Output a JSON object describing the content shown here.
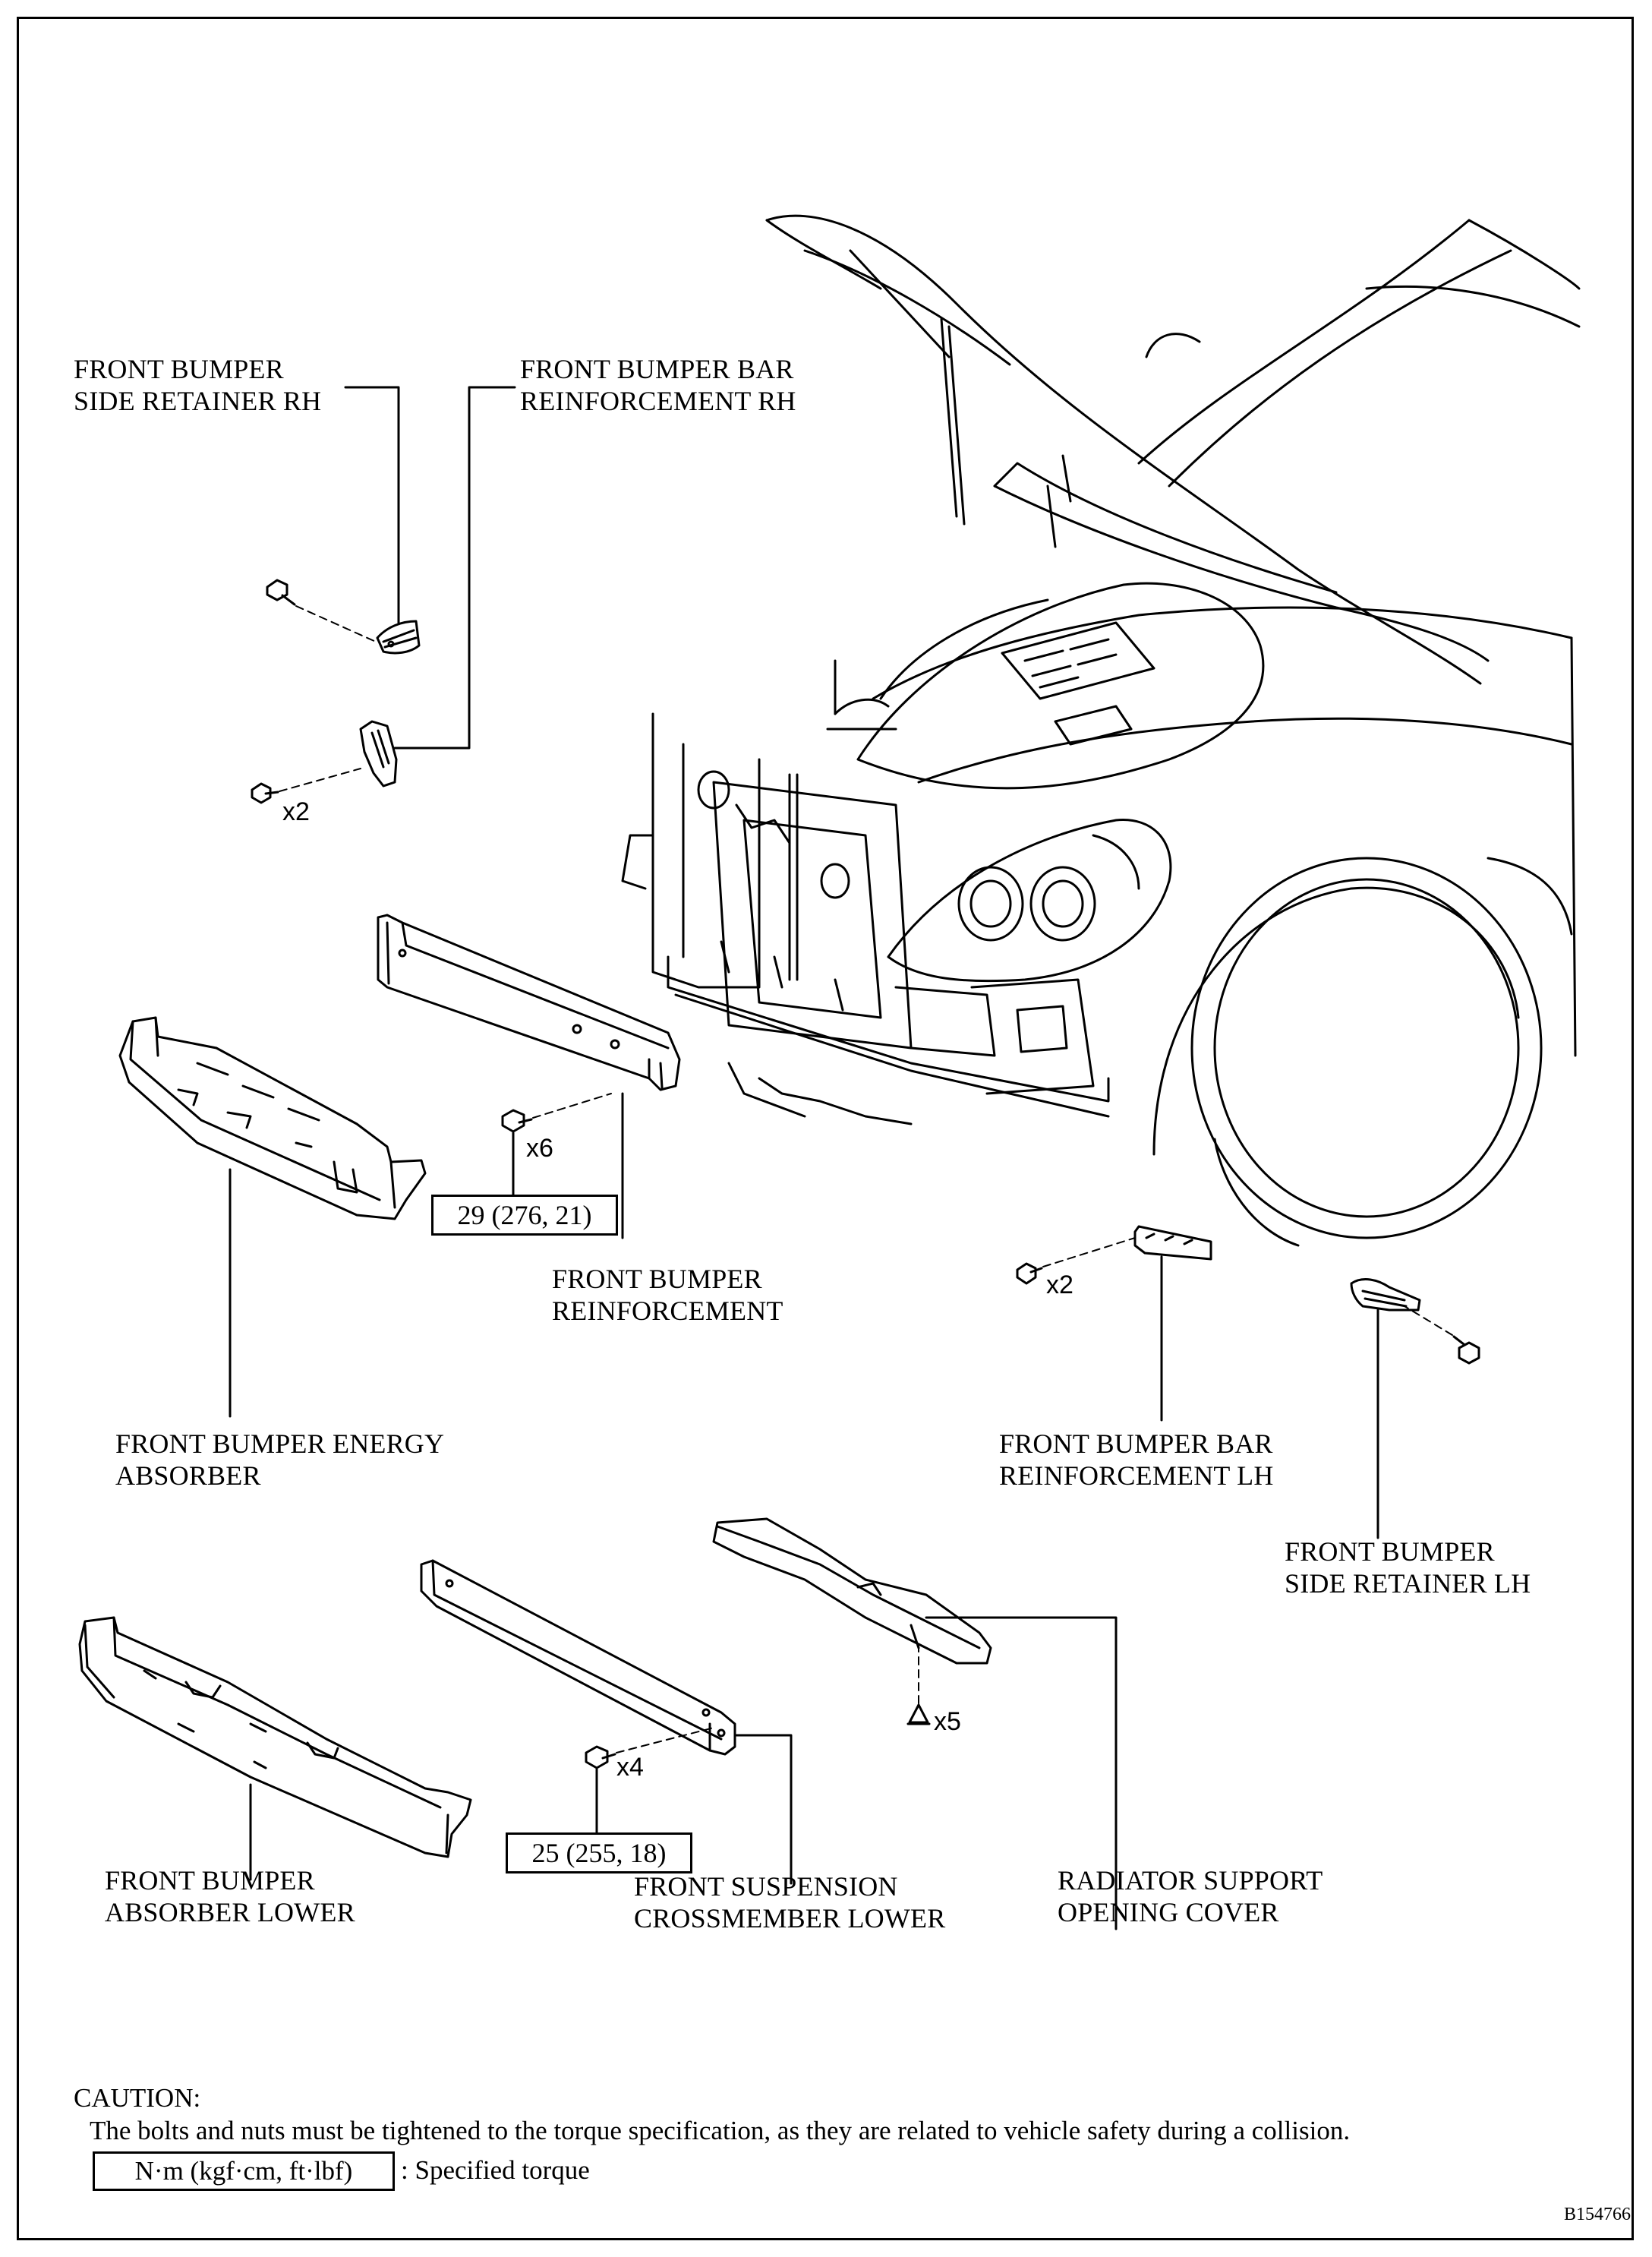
{
  "labels": {
    "side_retainer_rh": [
      "FRONT BUMPER",
      "SIDE RETAINER RH"
    ],
    "bar_reinf_rh": [
      "FRONT BUMPER BAR",
      "REINFORCEMENT RH"
    ],
    "bumper_reinf": [
      "FRONT BUMPER",
      "REINFORCEMENT"
    ],
    "energy_absorber": [
      "FRONT BUMPER ENERGY",
      "ABSORBER"
    ],
    "bar_reinf_lh": [
      "FRONT BUMPER BAR",
      "REINFORCEMENT LH"
    ],
    "side_retainer_lh": [
      "FRONT BUMPER",
      "SIDE RETAINER LH"
    ],
    "absorber_lower": [
      "FRONT BUMPER",
      "ABSORBER LOWER"
    ],
    "susp_crossmember": [
      "FRONT SUSPENSION",
      "CROSSMEMBER LOWER"
    ],
    "radiator_cover": [
      "RADIATOR SUPPORT",
      "OPENING COVER"
    ]
  },
  "quantities": {
    "rh_bar_bolts": "x2",
    "reinf_bolts": "x6",
    "lh_bar_bolts": "x2",
    "crossmember_bolts": "x4",
    "cover_clips": "x5"
  },
  "torques": {
    "reinforcement": "29 (276, 21)",
    "crossmember": "25 (255, 18)"
  },
  "caution": {
    "title": "CAUTION:",
    "text": "The bolts and nuts must be tightened to the torque specification, as they are related to vehicle safety during a collision.",
    "legend_box": "N·m (kgf·cm, ft·lbf)",
    "legend_text": ": Specified torque"
  },
  "figure_id": "B154766"
}
